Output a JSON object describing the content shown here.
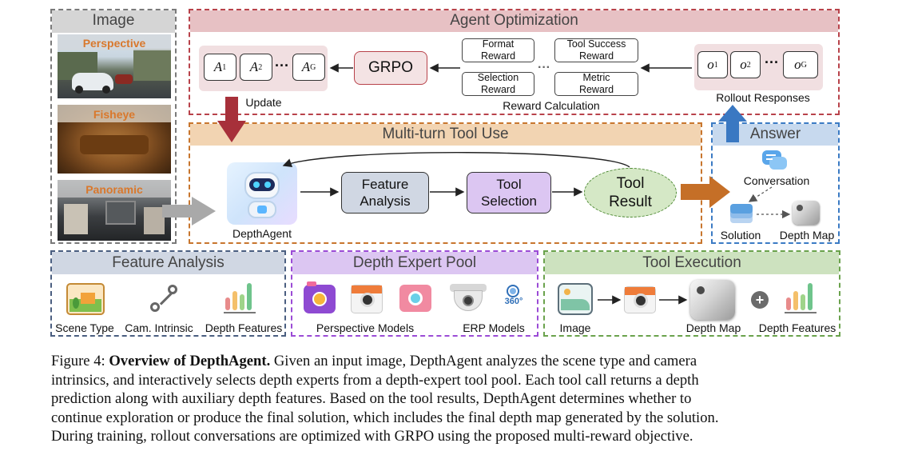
{
  "image_panel": {
    "title": "Image",
    "images": [
      {
        "label": "Perspective"
      },
      {
        "label": "Fisheye"
      },
      {
        "label": "Panoramic"
      }
    ]
  },
  "agent_optimization": {
    "title": "Agent Optimization",
    "advantages": [
      "A",
      "A",
      "A"
    ],
    "advantage_sups": [
      "1",
      "2",
      "G"
    ],
    "ellipsis": "···",
    "grpo": "GRPO",
    "update_label": "Update",
    "rewards": {
      "format": "Format\nReward",
      "tool_success": "Tool Success\nReward",
      "selection": "Selection\nReward",
      "metric": "Metric\nReward"
    },
    "reward_calc_label": "Reward Calculation",
    "outputs": [
      "o",
      "o",
      "o"
    ],
    "output_subs": [
      "1",
      "2",
      "G"
    ],
    "rollout_label": "Rollout Responses"
  },
  "multi_turn": {
    "title": "Multi-turn Tool Use",
    "agent_label": "DepthAgent",
    "feature_analysis": "Feature\nAnalysis",
    "tool_selection": "Tool\nSelection",
    "tool_result": "Tool\nResult"
  },
  "answer": {
    "title": "Answer",
    "conversation": "Conversation",
    "solution": "Solution",
    "depth_map": "Depth Map"
  },
  "feature_analysis_panel": {
    "title": "Feature Analysis",
    "items": [
      "Scene Type",
      "Cam. Intrinsic",
      "Depth Features"
    ]
  },
  "depth_expert_pool": {
    "title": "Depth Expert Pool",
    "perspective": "Perspective Models",
    "erp": "ERP Models",
    "badge_360": "360°"
  },
  "tool_execution": {
    "title": "Tool Execution",
    "image": "Image",
    "depth_map": "Depth Map",
    "depth_features": "Depth Features",
    "plus": "+"
  },
  "caption": {
    "prefix": "Figure 4: ",
    "bold": "Overview of DepthAgent.",
    "line1": " Given an input image, DepthAgent analyzes the scene type and camera",
    "line2": "intrinsics, and interactively selects depth experts from a depth-expert tool pool. Each tool call returns a depth",
    "line3": "prediction along with auxiliary depth features. Based on the tool results, DepthAgent determines whether to",
    "line4": "continue exploration or produce the final solution, which includes the final depth map generated by the solution.",
    "line5": "During training, rollout conversations are optimized with GRPO using the proposed multi-reward objective."
  },
  "colors": {
    "image_panel": "#7a7a7a",
    "agent_opt_border": "#b8424a",
    "agent_opt_fill": "#e7c1c4",
    "multi_turn_border": "#c8762e",
    "multi_turn_fill": "#f2d4b2",
    "answer_border": "#3b7bc4",
    "answer_fill": "#c7d9ee",
    "feature_border": "#4a5e80",
    "feature_fill": "#d0d7e3",
    "pool_border": "#9b4bd6",
    "pool_fill": "#dcc6f2",
    "exec_border": "#6aa24c",
    "exec_fill": "#cde2bf",
    "update_arrow": "#a7303a",
    "answer_arrow": "#3a78c2",
    "flow_arrow": "#c56f27",
    "input_arrow": "#a9a9a9"
  }
}
